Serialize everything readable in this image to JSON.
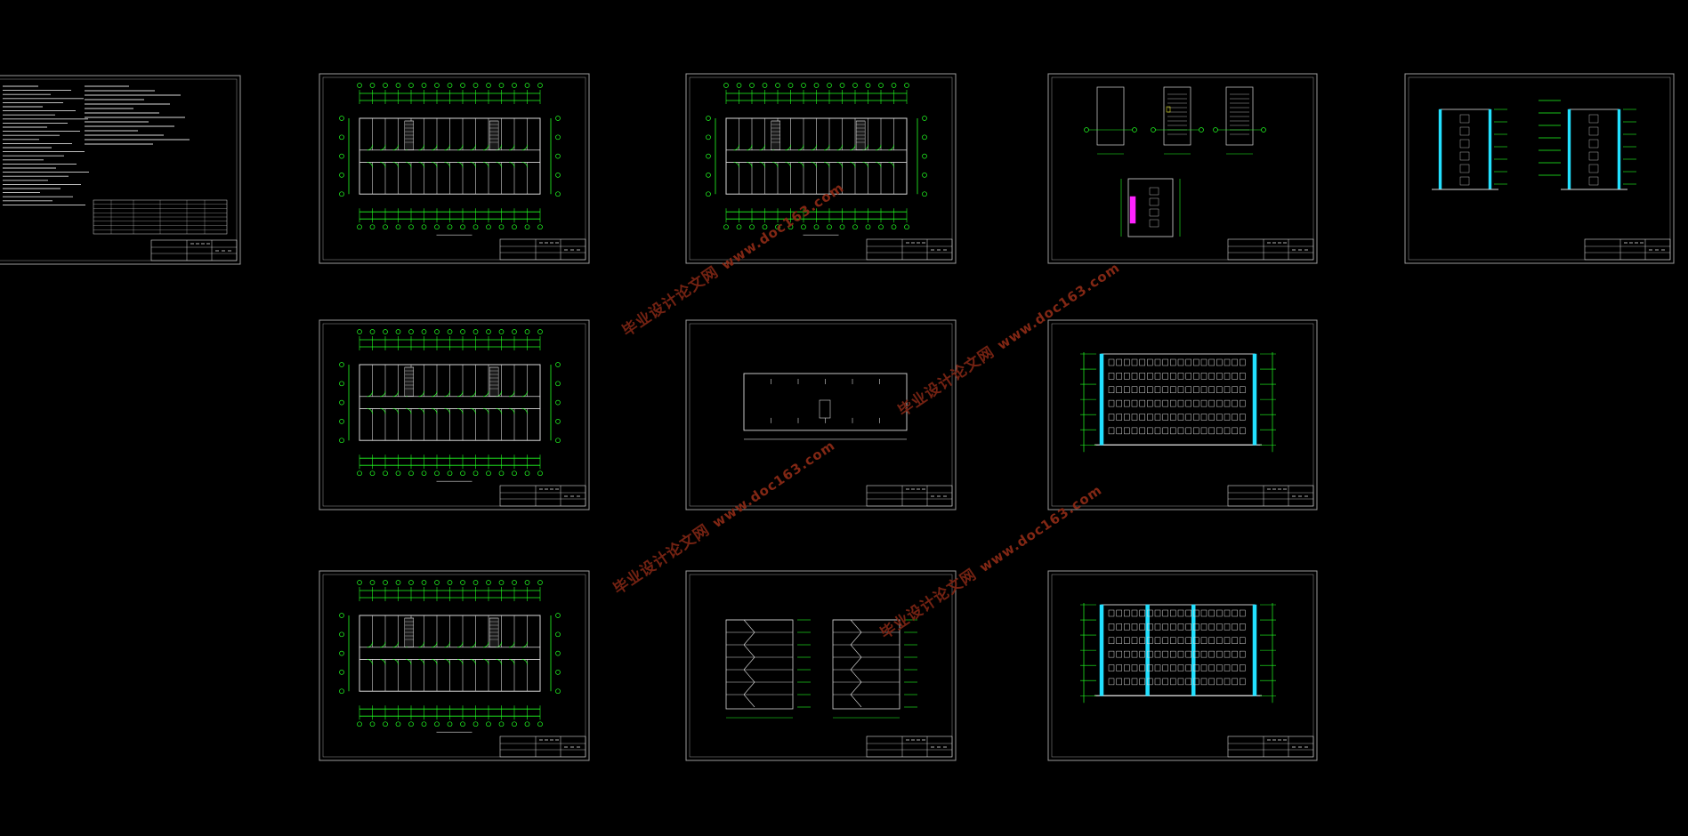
{
  "colors": {
    "background": "#000000",
    "sheet_border": "#9a9a9a",
    "line_green": "#22ff22",
    "line_white": "#d8d8d8",
    "accent_cyan": "#22e0ff",
    "accent_magenta": "#ff22ff",
    "accent_yellow": "#ffff22",
    "watermark": "#8a2a16"
  },
  "sheets": [
    {
      "id": "design-notes",
      "type": "notes",
      "icon": "text-document-icon"
    },
    {
      "id": "plan-1",
      "type": "plan",
      "icon": "floor-plan-icon"
    },
    {
      "id": "plan-2",
      "type": "plan",
      "icon": "floor-plan-icon"
    },
    {
      "id": "stair-details",
      "type": "details",
      "icon": "stair-detail-icon"
    },
    {
      "id": "side-elevations",
      "type": "side-elevation",
      "icon": "elevation-icon"
    },
    {
      "id": "plan-3",
      "type": "plan",
      "icon": "floor-plan-icon"
    },
    {
      "id": "roof-plan",
      "type": "roof",
      "icon": "roof-plan-icon"
    },
    {
      "id": "front-elevation",
      "type": "elevation",
      "icon": "elevation-icon"
    },
    {
      "id": "plan-4",
      "type": "plan",
      "icon": "floor-plan-icon"
    },
    {
      "id": "sections",
      "type": "sections",
      "icon": "section-icon"
    },
    {
      "id": "rear-elevation",
      "type": "elevation",
      "icon": "elevation-icon"
    }
  ],
  "watermarks": [
    {
      "cn": "毕业设计论文网",
      "url": "www.doc163.com"
    },
    {
      "cn": "毕业设计论文网",
      "url": "www.doc163.com"
    },
    {
      "cn": "毕业设计论文网",
      "url": "www.doc163.com"
    },
    {
      "cn": "毕业设计论文网",
      "url": "www.doc163.com"
    }
  ]
}
